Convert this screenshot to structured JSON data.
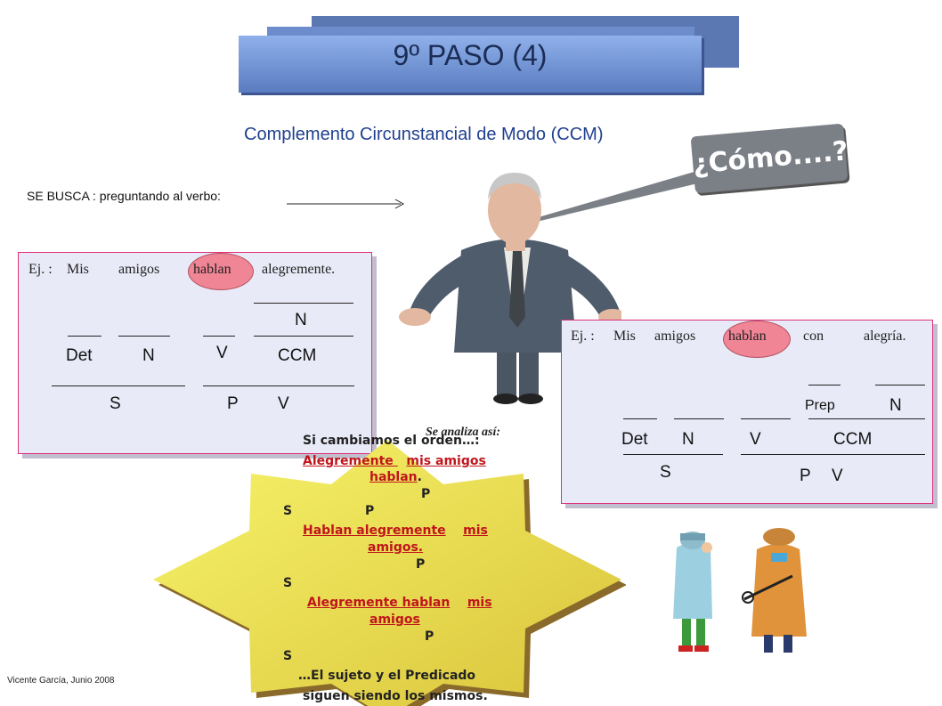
{
  "banner": {
    "title": "9º PASO   (4)"
  },
  "subtitle": "Complemento Circunstancial de Modo (CCM)",
  "speech": {
    "text": "¿Cómo....?"
  },
  "prompt": {
    "text": "SE BUSCA : preguntando al verbo:"
  },
  "example1": {
    "prefix": "Ej. :",
    "words": [
      "Mis",
      "amigos",
      "hablan",
      "alegremente."
    ],
    "row1": {
      "n": "N"
    },
    "row2": {
      "det": "Det",
      "n": "N",
      "v": "V",
      "ccm": "CCM"
    },
    "row3": {
      "s": "S",
      "p": "P",
      "v": "V"
    }
  },
  "example2": {
    "prefix": "Ej. :",
    "words": [
      "Mis",
      "amigos",
      "hablan",
      "con",
      "alegría."
    ],
    "row1": {
      "prep": "Prep",
      "n": "N"
    },
    "row2": {
      "det": "Det",
      "n": "N",
      "v": "V",
      "ccm": "CCM"
    },
    "row3": {
      "s": "S",
      "p": "P",
      "v": "V"
    }
  },
  "star": {
    "intro": "Si cambiamos  el orden…:",
    "l1a": "Alegremente ",
    "l1b": "mis amigos",
    "l1c": "hablan",
    "p1": "P",
    "s1": "S",
    "p1b": "P",
    "l2a": "Hablan alegremente",
    "l2b": "mis",
    "l2c": "amigos.",
    "p2": "P",
    "s2": "S",
    "l3a": " Alegremente hablan",
    "l3b": "mis",
    "l3c": "amigos",
    "p3": "P",
    "s3": "S",
    "outro1": "…El sujeto y el Predicado",
    "outro2": "siguen siendo los mismos."
  },
  "analyze": "Se analiza así:",
  "footer": "Vicente García, Junio 2008",
  "colors": {
    "accent": "#1f3f8f",
    "highlight": "#ef8595",
    "star": "#f3ef4a",
    "red": "#c0151c"
  }
}
